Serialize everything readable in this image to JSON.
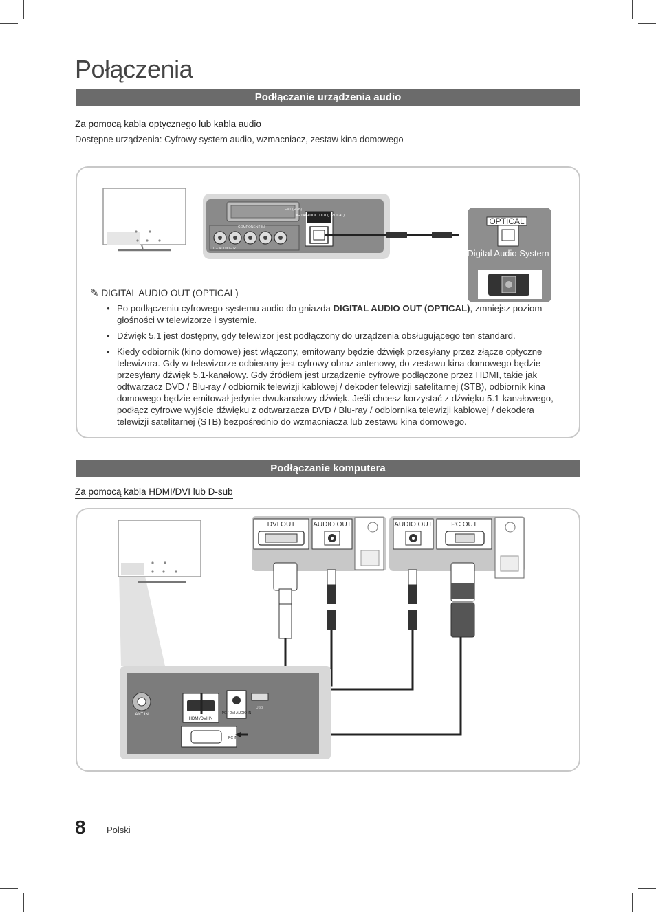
{
  "page_title": "Połączenia",
  "section_audio": {
    "bar_title": "Podłączanie urządzenia audio",
    "sub_heading": "Za pomocą kabla optycznego lub kabla audio",
    "description": "Dostępne urządzenia: Cyfrowy system audio, wzmacniacz, zestaw kina domowego",
    "diagram": {
      "tv_labels": {
        "component_in": "COMPONENT IN",
        "ext_rgb": "EXT (RGB)",
        "audio_l": "L – AUDIO – R",
        "digital_audio_out": "DIGITAL AUDIO OUT (OPTICAL)"
      },
      "device_port": "OPTICAL",
      "device_name": "Digital Audio System"
    },
    "note": {
      "title": "DIGITAL AUDIO OUT (OPTICAL)",
      "bullets": [
        {
          "prefix": "Po podłączeniu cyfrowego systemu audio do gniazda ",
          "bold": "DIGITAL AUDIO OUT (OPTICAL)",
          "suffix": ", zmniejsz poziom głośności w telewizorze i systemie."
        },
        {
          "prefix": "Dźwięk 5.1 jest dostępny, gdy telewizor jest podłączony do urządzenia obsługującego ten standard.",
          "bold": "",
          "suffix": ""
        },
        {
          "prefix": "Kiedy odbiornik (kino domowe) jest włączony, emitowany będzie dźwięk przesyłany przez złącze optyczne telewizora. Gdy w telewizorze odbierany jest cyfrowy obraz antenowy, do zestawu kina domowego będzie przesyłany dźwięk 5.1-kanałowy. Gdy źródłem jest urządzenie cyfrowe podłączone przez HDMI, takie jak odtwarzacz DVD / Blu-ray / odbiornik telewizji kablowej / dekoder telewizji satelitarnej (STB), odbiornik kina domowego będzie emitował jedynie dwukanałowy dźwięk. Jeśli chcesz korzystać z dźwięku 5.1-kanałowego, podłącz cyfrowe wyjście dźwięku z odtwarzacza DVD / Blu-ray / odbiornika telewizji kablowej / dekodera telewizji satelitarnej (STB) bezpośrednio do wzmacniacza lub zestawu kina domowego.",
          "bold": "",
          "suffix": ""
        }
      ]
    }
  },
  "section_pc": {
    "bar_title": "Podłączanie komputera",
    "sub_heading": "Za pomocą kabla HDMI/DVI lub D-sub",
    "diagram": {
      "pc_ports_left": [
        "DVI OUT",
        "AUDIO OUT"
      ],
      "pc_ports_right": [
        "AUDIO OUT",
        "PC OUT"
      ],
      "tv_ports": {
        "ant_in": "ANT IN",
        "hdmi": "HDMI/DVI IN",
        "pc_dvi_audio": "PC / DVI AUDIO IN",
        "usb": "USB",
        "pc_in": "PC IN"
      }
    }
  },
  "footer": {
    "page_number": "8",
    "language": "Polski"
  }
}
